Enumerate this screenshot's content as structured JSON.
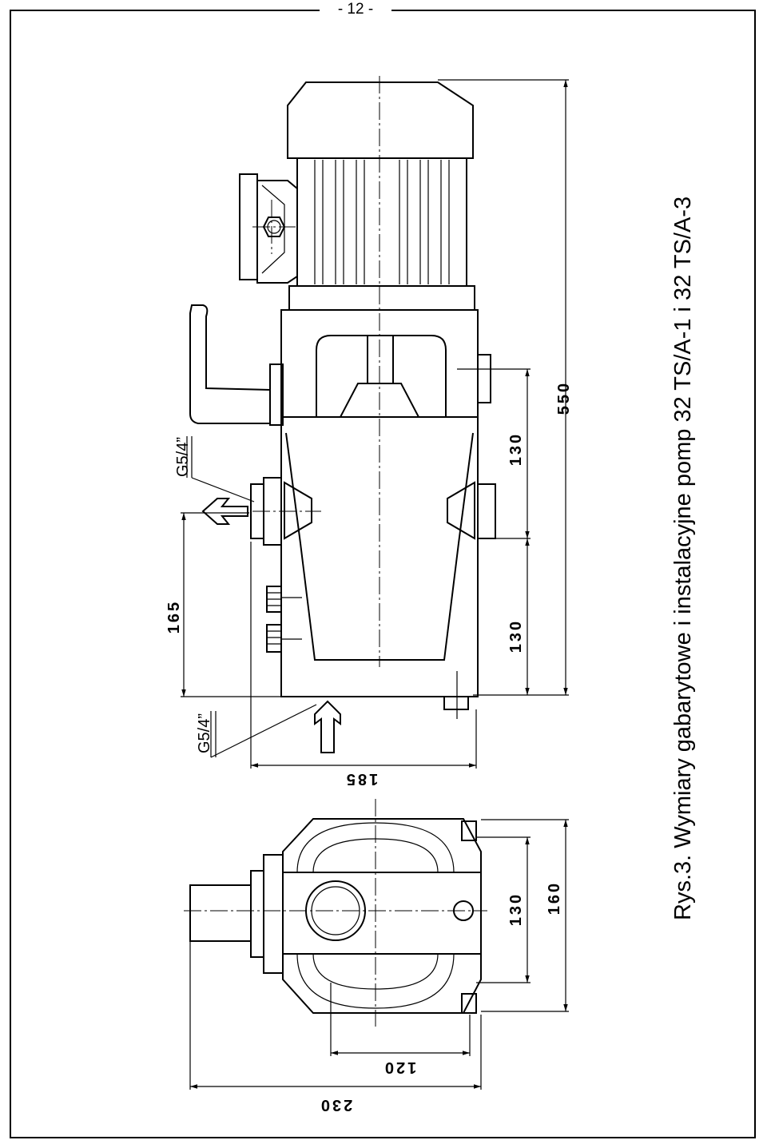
{
  "page": {
    "number": "- 12 -"
  },
  "figure": {
    "caption": "Rys.3. Wymiary gabarytowe i instalacyjne pomp 32 TS/A-1 i 32 TS/A-3"
  },
  "dimensions": {
    "total_height": "550",
    "upper_offset": "130",
    "lower_offset": "130",
    "inlet_to_base": "165",
    "depth": "185",
    "base_width": "160",
    "base_mounting": "130",
    "foot_spacing": "120",
    "overall_length": "230"
  },
  "threads": {
    "outlet": "G5/4”",
    "inlet": "G5/4”"
  }
}
